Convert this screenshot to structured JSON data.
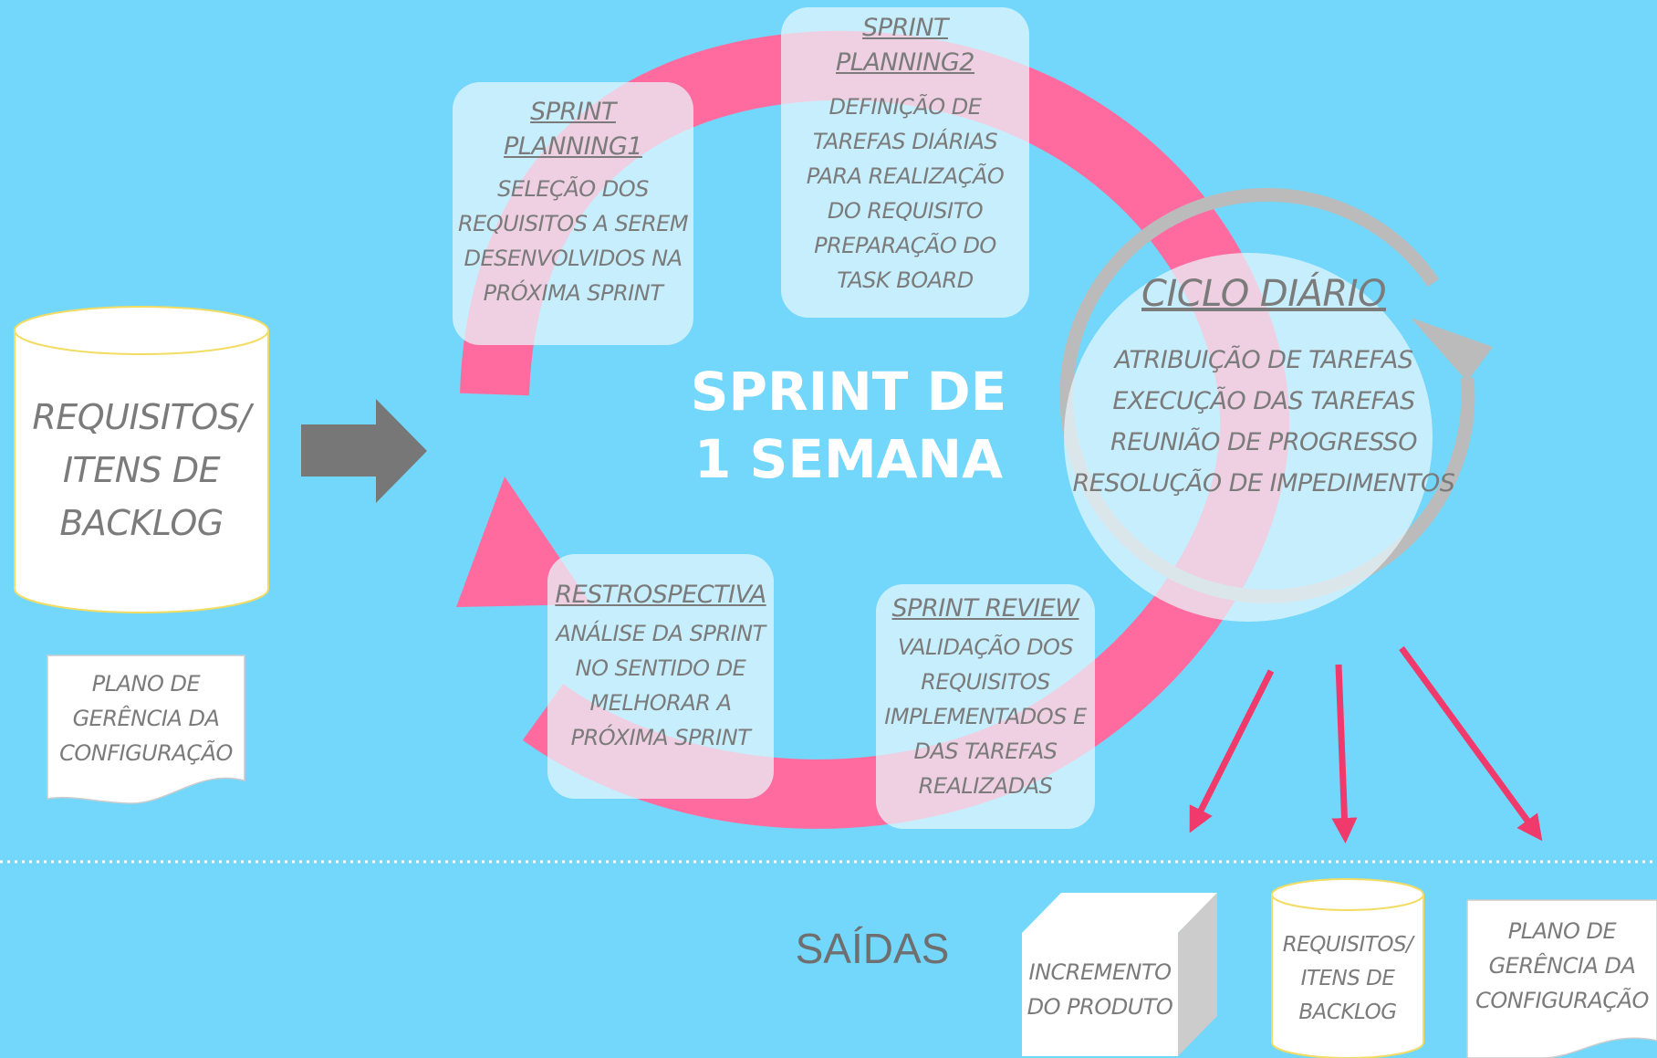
{
  "input": {
    "backlog_lines": [
      "REQUISITOS/",
      "ITENS DE",
      "BACKLOG"
    ],
    "plan_lines": [
      "PLANO DE",
      "GERÊNCIA DA",
      "CONFIGURAÇÃO"
    ]
  },
  "center": {
    "line1": "SPRINT DE",
    "line2": "1 SEMANA"
  },
  "planning1": {
    "title_lines": [
      "SPRINT",
      "PLANNING1"
    ],
    "desc_lines": [
      "SELEÇÃO DOS",
      "REQUISITOS A SEREM",
      "DESENVOLVIDOS NA",
      "PRÓXIMA SPRINT"
    ]
  },
  "planning2": {
    "title_lines": [
      "SPRINT",
      "PLANNING2"
    ],
    "desc_lines": [
      "DEFINIÇÃO DE",
      "TAREFAS DIÁRIAS",
      "PARA REALIZAÇÃO",
      "DO REQUISITO",
      "PREPARAÇÃO DO",
      "TASK BOARD"
    ]
  },
  "daily": {
    "title": "CICLO DIÁRIO",
    "lines": [
      "ATRIBUIÇÃO DE TAREFAS",
      "EXECUÇÃO DAS TAREFAS",
      "REUNIÃO DE PROGRESSO",
      "RESOLUÇÃO DE IMPEDIMENTOS"
    ]
  },
  "review": {
    "title": "SPRINT REVIEW",
    "desc_lines": [
      "VALIDAÇÃO DOS",
      "REQUISITOS",
      "IMPLEMENTADOS E",
      "DAS TAREFAS",
      "REALIZADAS"
    ]
  },
  "retro": {
    "title": "RESTROSPECTIVA",
    "desc_lines": [
      "ANÁLISE DA SPRINT",
      "NO SENTIDO DE",
      "MELHORAR A",
      "PRÓXIMA SPRINT"
    ]
  },
  "outputs": {
    "label": "SAÍDAS",
    "increment_lines": [
      "INCREMENTO",
      "DO PRODUTO"
    ],
    "backlog_lines": [
      "REQUISITOS/",
      "ITENS DE",
      "BACKLOG"
    ],
    "plan_lines": [
      "PLANO DE",
      "GERÊNCIA DA",
      "CONFIGURAÇÃO"
    ]
  },
  "colors": {
    "background": "#72d7fb",
    "cycle_arrow": "#ff6b9e",
    "output_arrows": "#f03a6c",
    "daily_ring": "#bbbbbb",
    "input_arrow": "#777777",
    "text": "#7b7b7b"
  }
}
